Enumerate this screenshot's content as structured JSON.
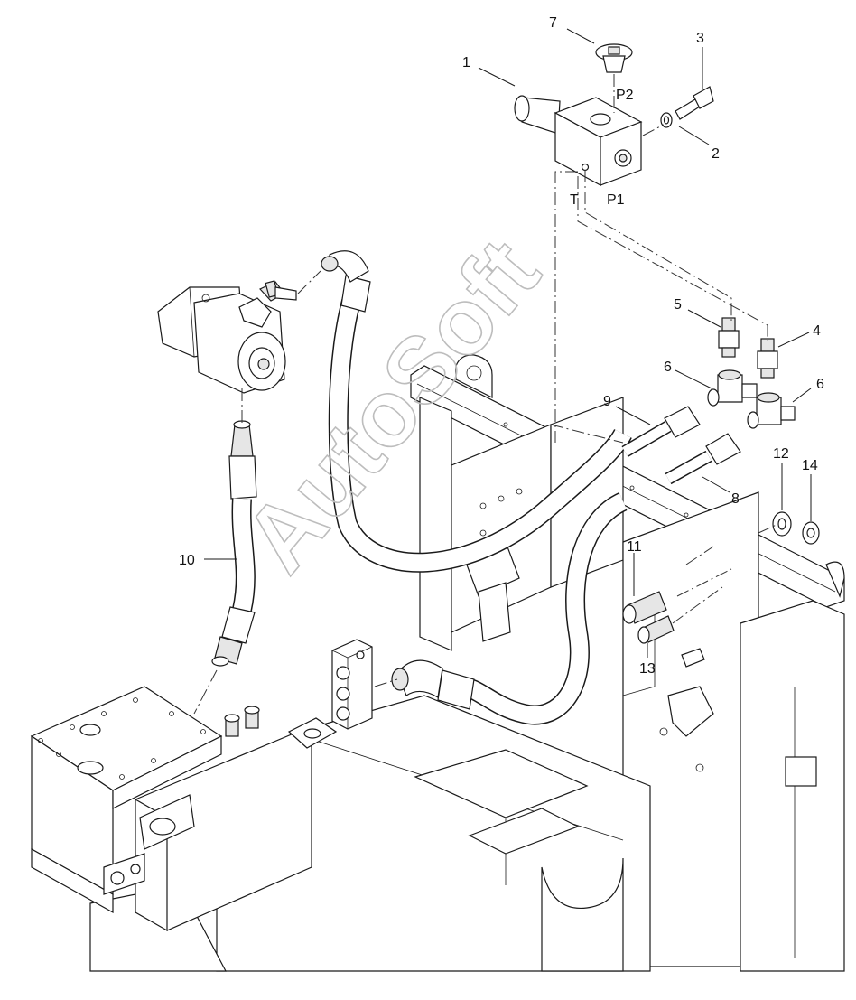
{
  "diagram": {
    "callouts": [
      {
        "id": "1",
        "label": "1"
      },
      {
        "id": "2",
        "label": "2"
      },
      {
        "id": "3",
        "label": "3"
      },
      {
        "id": "4",
        "label": "4"
      },
      {
        "id": "5",
        "label": "5"
      },
      {
        "id": "6a",
        "label": "6"
      },
      {
        "id": "6b",
        "label": "6"
      },
      {
        "id": "7",
        "label": "7"
      },
      {
        "id": "8",
        "label": "8"
      },
      {
        "id": "9",
        "label": "9"
      },
      {
        "id": "10",
        "label": "10"
      },
      {
        "id": "11",
        "label": "11"
      },
      {
        "id": "12",
        "label": "12"
      },
      {
        "id": "13",
        "label": "13"
      },
      {
        "id": "14",
        "label": "14"
      }
    ],
    "ports": {
      "p2": "P2",
      "p1": "P1",
      "t": "T"
    },
    "watermark": "AutoSoft"
  }
}
